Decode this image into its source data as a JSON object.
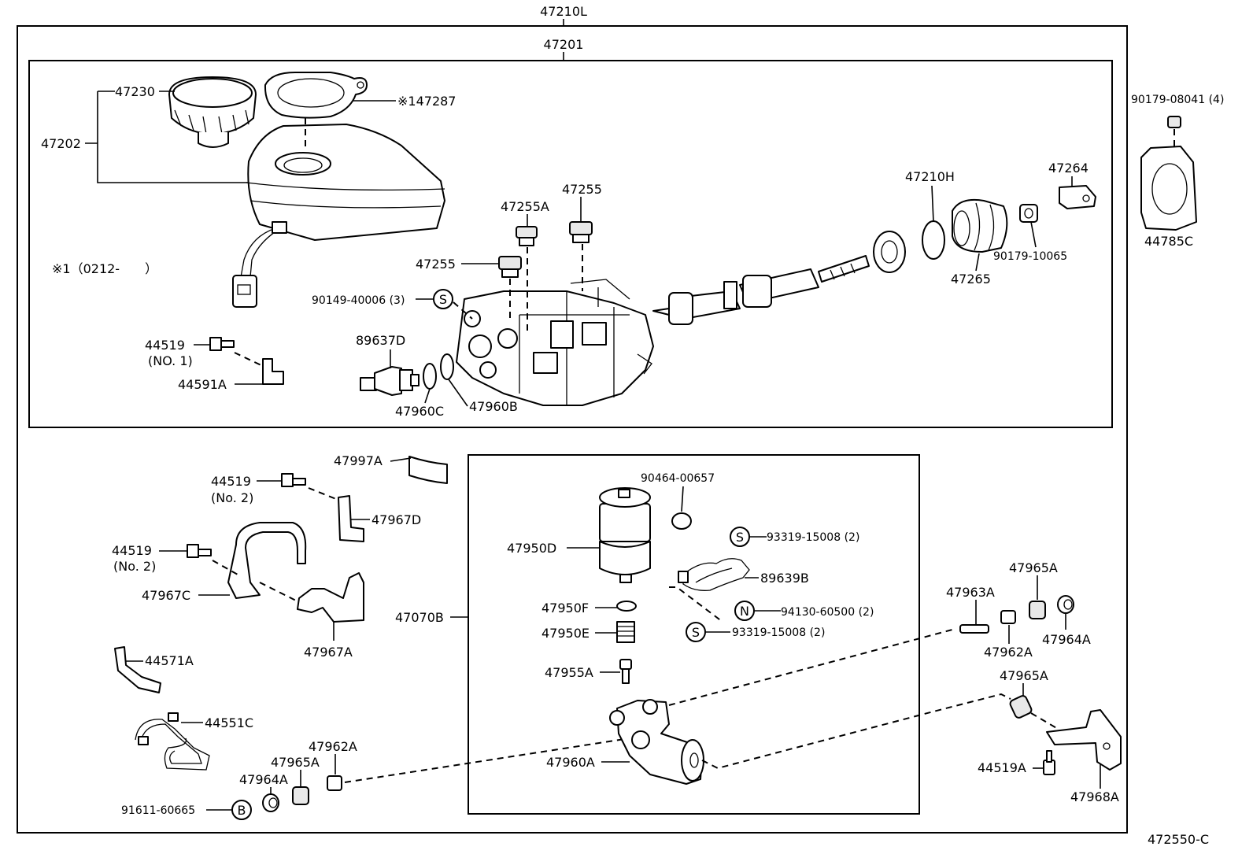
{
  "diagram": {
    "footer_code": "472550-C",
    "labels": {
      "l47210L": "47210L",
      "l47201": "47201",
      "l47230": "47230",
      "l47287": "※147287",
      "l47202": "47202",
      "lnote1": "※1（0212-　　）",
      "l47255a": "47255A",
      "l47255b": "47255",
      "l47255c": "47255",
      "l90149": "90149-40006 (3)",
      "l44519n1": "44519",
      "l44519n1sub": "(NO. 1)",
      "l44591A": "44591A",
      "l89637D": "89637D",
      "l47960C": "47960C",
      "l47960B": "47960B",
      "l47210H": "47210H",
      "l47264": "47264",
      "l90179_10065": "90179-10065",
      "l47265": "47265",
      "l90179_08041": "90179-08041 (4)",
      "l44785C": "44785C",
      "l47997A": "47997A",
      "l44519n2a": "44519",
      "l44519n2asub": "(No. 2)",
      "l47967D": "47967D",
      "l44519n2b": "44519",
      "l44519n2bsub": "(No. 2)",
      "l47967C": "47967C",
      "l47967A": "47967A",
      "l44571A": "44571A",
      "l44551C": "44551C",
      "l47962A_l": "47962A",
      "l47965A_l": "47965A",
      "l47964A_l": "47964A",
      "l91611": "91611-60665",
      "l47070B": "47070B",
      "l90464": "90464-00657",
      "l47950D": "47950D",
      "l93319a": "93319-15008 (2)",
      "l89639B": "89639B",
      "l94130": "94130-60500 (2)",
      "l93319b": "93319-15008 (2)",
      "l47950F": "47950F",
      "l47950E": "47950E",
      "l47955A": "47955A",
      "l47960A": "47960A",
      "l47963A": "47963A",
      "l47965A_r1": "47965A",
      "l47962A_r": "47962A",
      "l47964A_r": "47964A",
      "l47965A_r2": "47965A",
      "l44519A": "44519A",
      "l47968A": "47968A"
    },
    "symbols": {
      "s_mark": "S",
      "n_mark": "N",
      "b_mark": "B"
    }
  }
}
